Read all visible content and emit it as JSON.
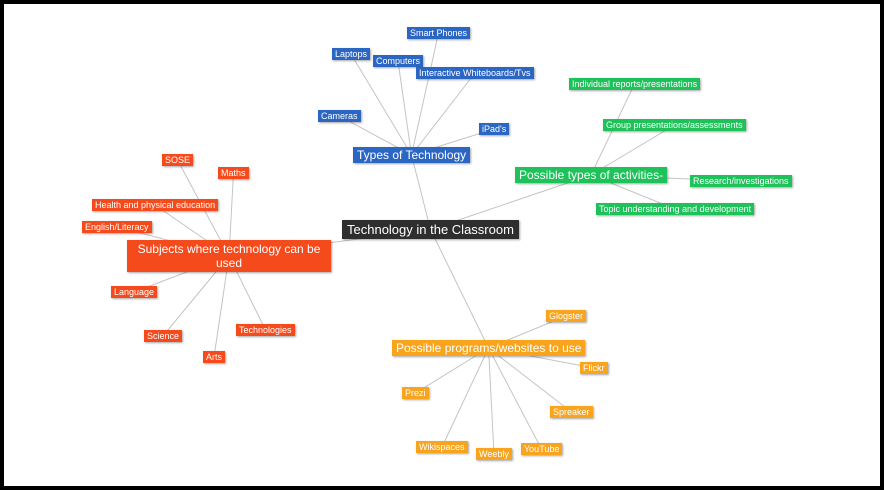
{
  "center": "Technology in the Classroom",
  "types": {
    "title": "Types of Technology",
    "items": [
      "Smart Phones",
      "Laptops",
      "Computers",
      "Interactive Whiteboards/Tvs",
      "Cameras",
      "iPad's"
    ]
  },
  "activities": {
    "title": "Possible types of activities-",
    "items": [
      "Individual reports/presentations",
      "Group presentations/assessments",
      "Research/investigations",
      "Topic understanding and development"
    ]
  },
  "subjects": {
    "title": "Subjects where technology can be used",
    "items": [
      "SOSE",
      "Maths",
      "Health and physical education",
      "English/Literacy",
      "Language",
      "Science",
      "Technologies",
      "Arts"
    ]
  },
  "programs": {
    "title": "Possible programs/websites to use",
    "items": [
      "Glogster",
      "Flickr",
      "Prezi",
      "Spreaker",
      "Wikispaces",
      "Weebly",
      "YouTube"
    ]
  },
  "colors": {
    "types": "#2c66c3",
    "activities": "#1fc15a",
    "subjects": "#f44a1c",
    "programs": "#f9a41d",
    "center": "#2e2e2e",
    "links": "#c4c4c4"
  }
}
